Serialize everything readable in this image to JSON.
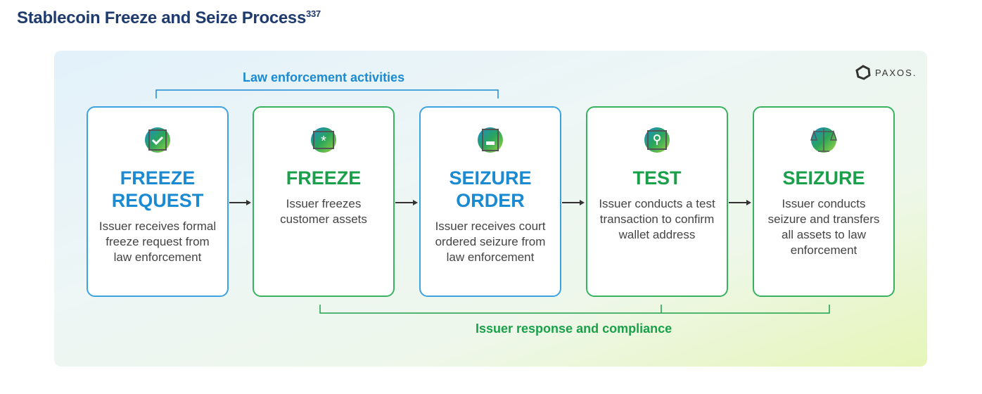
{
  "title": "Stablecoin Freeze and Seize Process",
  "footnote": "337",
  "logo": "PAXOS.",
  "top_label": "Law enforcement activities",
  "bottom_label": "Issuer response and compliance",
  "colors": {
    "blue": "#1a8ad2",
    "green": "#1aa04a",
    "title": "#1f3b6e"
  },
  "steps": [
    {
      "head": "FREEZE REQUEST",
      "desc": "Issuer receives formal freeze request from law enforcement",
      "icon": "clipboard-check-icon"
    },
    {
      "head": "FREEZE",
      "desc": "Issuer freezes customer assets",
      "icon": "wallet-freeze-icon"
    },
    {
      "head": "SEIZURE ORDER",
      "desc": "Issuer receives court ordered seizure from law enforcement",
      "icon": "document-stamp-icon"
    },
    {
      "head": "TEST",
      "desc": "Issuer conducts a test transaction to confirm wallet address",
      "icon": "keyhole-icon"
    },
    {
      "head": "SEIZURE",
      "desc": "Issuer conducts seizure and transfers all assets to law enforcement",
      "icon": "scales-icon"
    }
  ]
}
